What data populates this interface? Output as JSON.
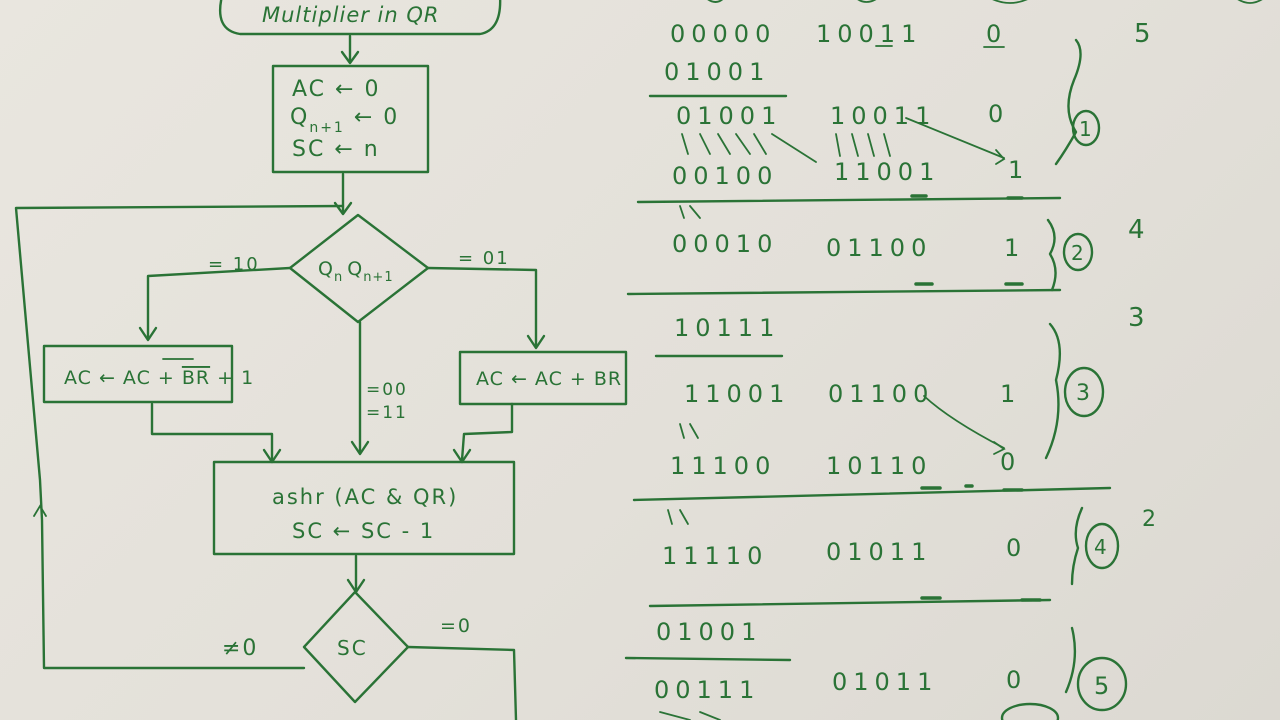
{
  "flowchart": {
    "start_label": "Multiplier in QR",
    "init_line1": "AC ← 0",
    "init_line2_main": "Q",
    "init_line2_sub": "n+1",
    "init_line2_rest": " ← 0",
    "init_line3": "SC ← n",
    "decision_main1": "Q",
    "decision_sub1": "n",
    "decision_main2": "Q",
    "decision_sub2": "n+1",
    "branch_left": "= 10",
    "branch_right": "= 01",
    "branch_middle1": "=00",
    "branch_middle2": "=11",
    "subtract_pre": "AC ← AC + ",
    "subtract_bar": "BR",
    "subtract_post": " + 1",
    "add_box": "AC ← AC + BR",
    "shift_line1": "ashr (AC & QR)",
    "shift_line2": "SC ← SC - 1",
    "sc_decision": "SC",
    "sc_not_zero": "≠0",
    "sc_zero": "=0"
  },
  "trace": {
    "rows": [
      {
        "ac": "00000",
        "qr": "10011",
        "qn1": "0",
        "count": "5"
      },
      {
        "ac": "01001",
        "qr": "",
        "qn1": ""
      },
      {
        "ac": "01001",
        "qr": "10011",
        "qn1": "0"
      },
      {
        "ac": "00100",
        "qr": "11001",
        "qn1": "1"
      },
      {
        "ac": "00010",
        "qr": "01100",
        "qn1": "1",
        "count": "4"
      },
      {
        "ac": "10111",
        "qr": "",
        "qn1": "",
        "count": "3"
      },
      {
        "ac": "11001",
        "qr": "01100",
        "qn1": "1"
      },
      {
        "ac": "11100",
        "qr": "10110",
        "qn1": "0"
      },
      {
        "ac": "11110",
        "qr": "01011",
        "qn1": "0",
        "count": "2"
      },
      {
        "ac": "01001",
        "qr": "",
        "qn1": ""
      },
      {
        "ac": "00111",
        "qr": "01011",
        "qn1": "0"
      }
    ],
    "step_markers": [
      "1",
      "2",
      "3",
      "4",
      "5"
    ]
  }
}
